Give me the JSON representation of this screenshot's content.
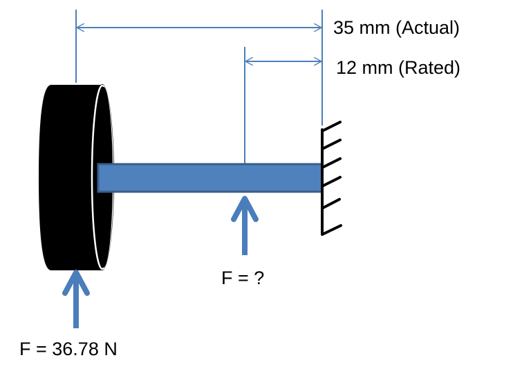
{
  "dimensions": {
    "actual_label": "35 mm (Actual)",
    "rated_label": "12 mm (Rated)"
  },
  "forces": {
    "wheel_force_label": "F = 36.78 N",
    "beam_force_label": "F = ?"
  },
  "colors": {
    "beam_fill": "#4F81BD",
    "beam_stroke": "#385D8A",
    "dimension_line": "#4A7EBB",
    "arrow": "#4A7EBB",
    "wheel": "#000000"
  }
}
